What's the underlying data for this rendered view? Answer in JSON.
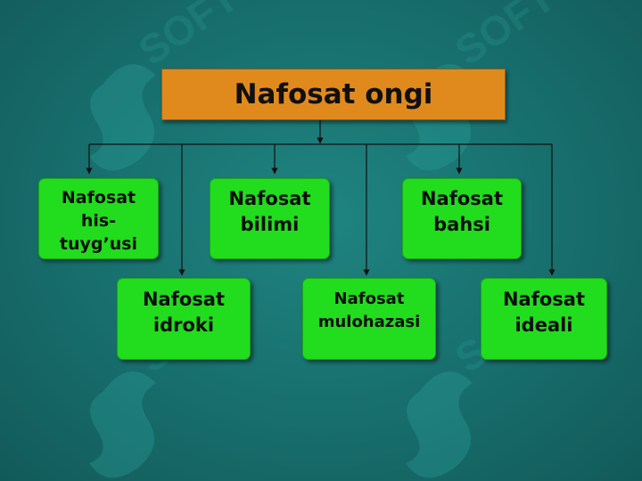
{
  "diagram": {
    "root": {
      "label": "Nafosat ongi"
    },
    "children": [
      {
        "id": "his-tuygusi",
        "label": "Nafosat\nhis-\ntuyg’usi"
      },
      {
        "id": "bilimi",
        "label": "Nafosat\nbilimi"
      },
      {
        "id": "bahsi",
        "label": "Nafosat\nbahsi"
      },
      {
        "id": "idroki",
        "label": "Nafosat\nidroki"
      },
      {
        "id": "mulohazasi",
        "label": "Nafosat\nmulohazasi"
      },
      {
        "id": "ideali",
        "label": "Nafosat\nideali"
      }
    ]
  },
  "colors": {
    "background": "#176e6c",
    "root_fill": "#e08a1e",
    "node_fill": "#22dc1e",
    "connector": "#111111"
  },
  "watermark": {
    "text": "SOFT",
    "icon": "soft-logo-icon"
  }
}
